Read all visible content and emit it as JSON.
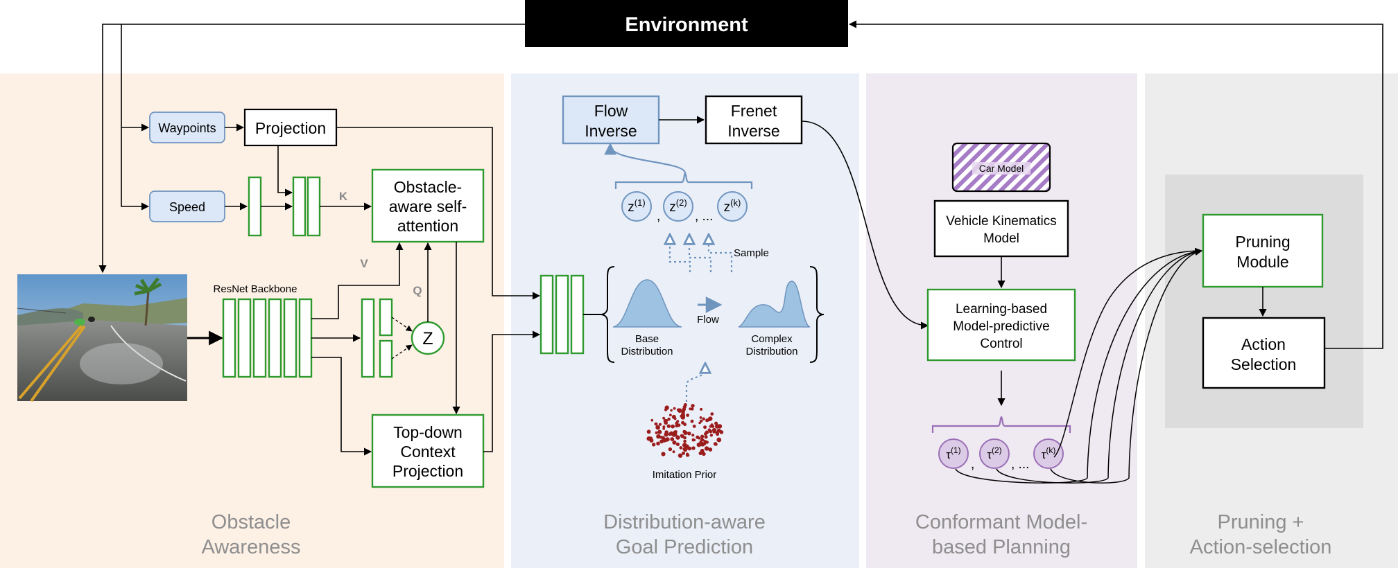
{
  "environment": {
    "label": "Environment"
  },
  "sections": {
    "obstacle": {
      "line1": "Obstacle",
      "line2": "Awareness",
      "color": "#fdf1e6"
    },
    "goal": {
      "line1": "Distribution-aware",
      "line2": "Goal Prediction",
      "color": "#ebeff8"
    },
    "planning": {
      "line1": "Conformant Model-",
      "line2": "based Planning",
      "color": "#efe9f1"
    },
    "pruning": {
      "line1": "Pruning +",
      "line2": "Action-selection",
      "color": "#ededed"
    }
  },
  "obstacle_module": {
    "waypoints": "Waypoints",
    "projection": "Projection",
    "speed": "Speed",
    "k_label": "K",
    "v_label": "V",
    "q_label": "Q",
    "z_label": "Z",
    "attention_line1": "Obstacle-",
    "attention_line2": "aware self-",
    "attention_line3": "attention",
    "backbone_label": "ResNet Backbone",
    "topdown_line1": "Top-down",
    "topdown_line2": "Context",
    "topdown_line3": "Projection"
  },
  "goal_module": {
    "flow_inverse_line1": "Flow",
    "flow_inverse_line2": "Inverse",
    "frenet_inverse_line1": "Frenet",
    "frenet_inverse_line2": "Inverse",
    "z_sep1": ",",
    "z_sep2": ", ...",
    "sample_label": "Sample",
    "flow_label": "Flow",
    "base_line1": "Base",
    "base_line2": "Distribution",
    "complex_line1": "Complex",
    "complex_line2": "Distribution",
    "imitation_prior": "Imitation Prior"
  },
  "planning_module": {
    "car_model": "Car Model",
    "kinematics_line1": "Vehicle Kinematics",
    "kinematics_line2": "Model",
    "mpc_line1": "Learning-based",
    "mpc_line2": "Model-predictive",
    "mpc_line3": "Control",
    "tau_sep1": ",",
    "tau_sep2": ", ..."
  },
  "pruning_module": {
    "pruning_line1": "Pruning",
    "pruning_line2": "Module",
    "action_line1": "Action",
    "action_line2": "Selection"
  },
  "colors": {
    "green": "#2e9a2e",
    "blue_fill": "#dce8f8",
    "blue_stroke": "#6f94be",
    "purple": "#9a6fb6",
    "purple_fill": "#dccbe6",
    "dist_fill": "#9ec3e2",
    "prior_dots": "#9b1c1c"
  }
}
